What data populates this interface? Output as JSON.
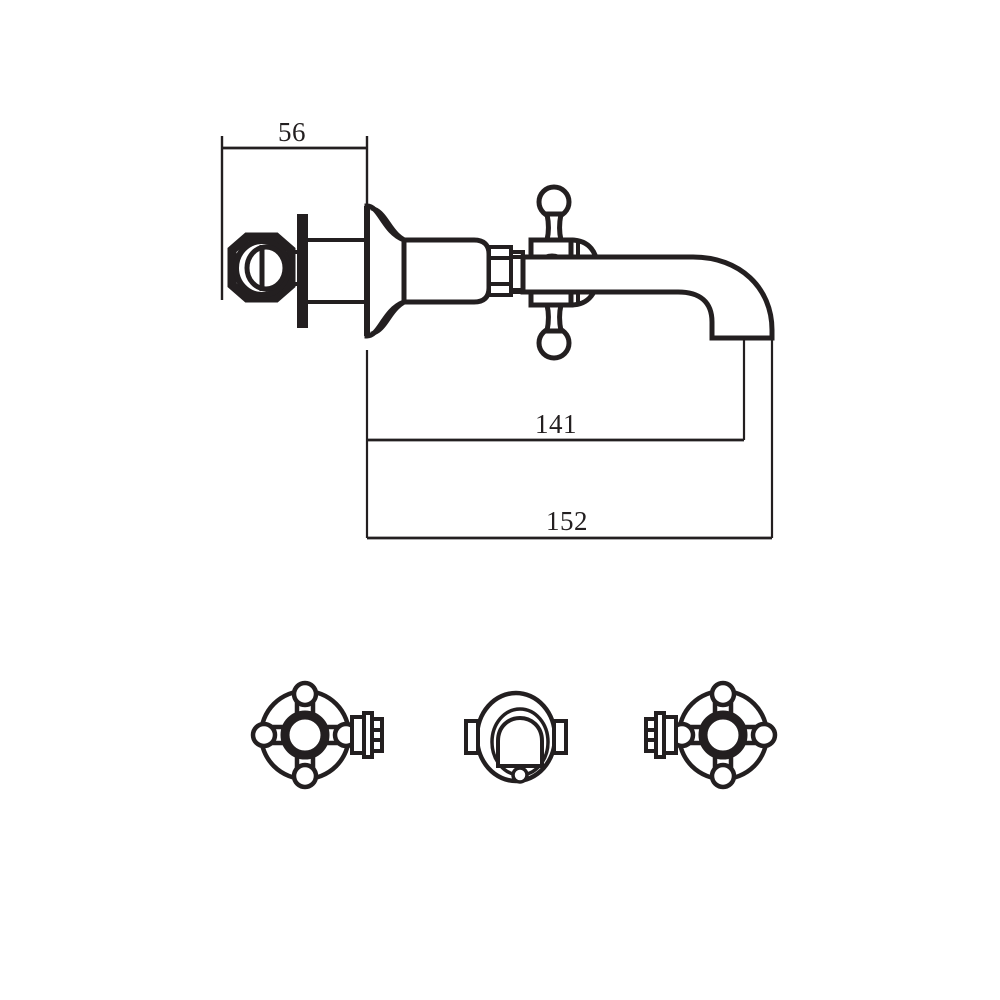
{
  "document": {
    "type": "technical-line-drawing",
    "subject": "wall-mounted-bath-mixer-faucet",
    "background_color": "#ffffff",
    "line_color": "#231f20"
  },
  "dimensions": {
    "unit_note": "",
    "items": [
      {
        "name": "depth",
        "label": "56",
        "value": 56,
        "orientation": "horizontal"
      },
      {
        "name": "spout-reach",
        "label": "141",
        "value": 141,
        "orientation": "horizontal"
      },
      {
        "name": "overall-length",
        "label": "152",
        "value": 152,
        "orientation": "horizontal"
      }
    ]
  },
  "views": {
    "main": {
      "name": "side-elevation",
      "parts": [
        {
          "name": "hex-nut"
        },
        {
          "name": "wall-flange"
        },
        {
          "name": "escutcheon"
        },
        {
          "name": "valve-body"
        },
        {
          "name": "cross-handle"
        },
        {
          "name": "spout"
        }
      ]
    },
    "details": [
      {
        "name": "cross-handle-left-front-view"
      },
      {
        "name": "spout-front-view"
      },
      {
        "name": "cross-handle-right-front-view"
      }
    ]
  }
}
